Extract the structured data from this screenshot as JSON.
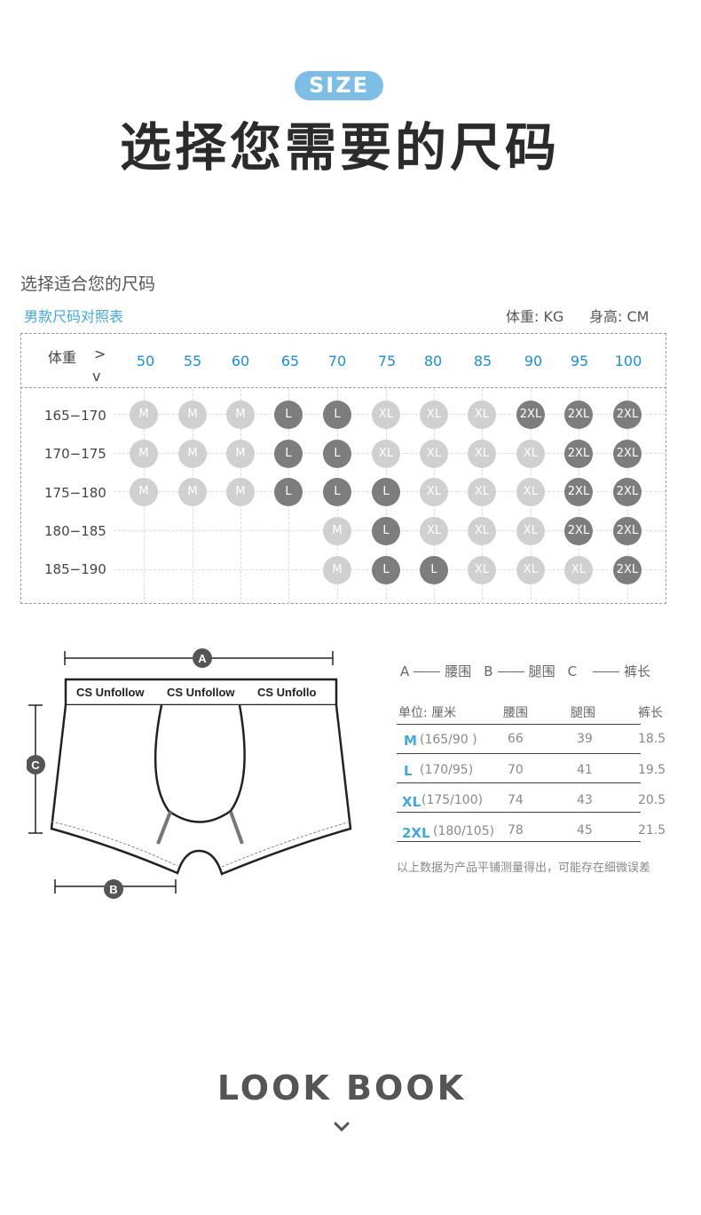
{
  "header": {
    "pill": "SIZE",
    "title": "选择您需要的尺码"
  },
  "chart_section": {
    "subtitle": "选择适合您的尺码",
    "chart_title": "男款尺码对照表",
    "unit_weight": "体重: KG",
    "unit_height": "身高: CM",
    "corner_label": "体重",
    "arrow_right": ">",
    "arrow_down": "v",
    "weights": [
      "50",
      "55",
      "60",
      "65",
      "70",
      "75",
      "80",
      "85",
      "90",
      "95",
      "100"
    ],
    "heights": [
      "165−170",
      "170−175",
      "175−180",
      "180−185",
      "185−190"
    ],
    "cells": [
      [
        "M",
        "M",
        "M",
        "L",
        "L",
        "XL",
        "XL",
        "XL",
        "2XL",
        "2XL",
        "2XL"
      ],
      [
        "M",
        "M",
        "M",
        "L",
        "L",
        "XL",
        "XL",
        "XL",
        "XL",
        "2XL",
        "2XL"
      ],
      [
        "M",
        "M",
        "M",
        "L",
        "L",
        "L",
        "XL",
        "XL",
        "XL",
        "2XL",
        "2XL"
      ],
      [
        "",
        "",
        "",
        "",
        "M",
        "L",
        "XL",
        "XL",
        "XL",
        "2XL",
        "2XL"
      ],
      [
        "",
        "",
        "",
        "",
        "M",
        "L",
        "L",
        "XL",
        "XL",
        "XL",
        "2XL"
      ]
    ],
    "cell_shades": [
      [
        "lt",
        "lt",
        "lt",
        "dk",
        "dk",
        "lt",
        "lt",
        "lt",
        "dk",
        "dk",
        "dk"
      ],
      [
        "lt",
        "lt",
        "lt",
        "dk",
        "dk",
        "lt",
        "lt",
        "lt",
        "lt",
        "dk",
        "dk"
      ],
      [
        "lt",
        "lt",
        "lt",
        "dk",
        "dk",
        "dk",
        "lt",
        "lt",
        "lt",
        "dk",
        "dk"
      ],
      [
        "",
        "",
        "",
        "",
        "lt",
        "dk",
        "lt",
        "lt",
        "lt",
        "dk",
        "dk"
      ],
      [
        "",
        "",
        "",
        "",
        "lt",
        "dk",
        "dk",
        "lt",
        "lt",
        "lt",
        "dk"
      ]
    ],
    "colors": {
      "light_dot": "#d0d0d0",
      "dark_dot": "#7d7d7d",
      "accent": "#1890d8"
    }
  },
  "diagram": {
    "marker_a": "A",
    "marker_b": "B",
    "marker_c": "C",
    "waistband_text": [
      "CS Unfollow",
      "CS Unfollow",
      "CS Unfollo"
    ]
  },
  "legend": {
    "a_letter": "A",
    "a_label": "腰围",
    "b_letter": "B",
    "b_label": "腿围",
    "c_letter": "C",
    "c_label": "裤长"
  },
  "measure_table": {
    "headers": [
      "单位:  厘米",
      "腰围",
      "腿围",
      "裤长"
    ],
    "rows": [
      {
        "size": "M",
        "spec": "(165/90 )",
        "waist": "66",
        "leg": "39",
        "length": "18.5"
      },
      {
        "size": "L",
        "spec": "(170/95)",
        "waist": "70",
        "leg": "41",
        "length": "19.5"
      },
      {
        "size": "XL",
        "spec": "(175/100)",
        "waist": "74",
        "leg": "43",
        "length": "20.5"
      },
      {
        "size": "2XL",
        "spec": "(180/105)",
        "waist": "78",
        "leg": "45",
        "length": "21.5"
      }
    ],
    "note": "以上数据为产品平铺测量得出，可能存在细微误差"
  },
  "footer": {
    "lookbook": "LOOK BOOK",
    "chevron_icon": "chevron-down-icon"
  }
}
